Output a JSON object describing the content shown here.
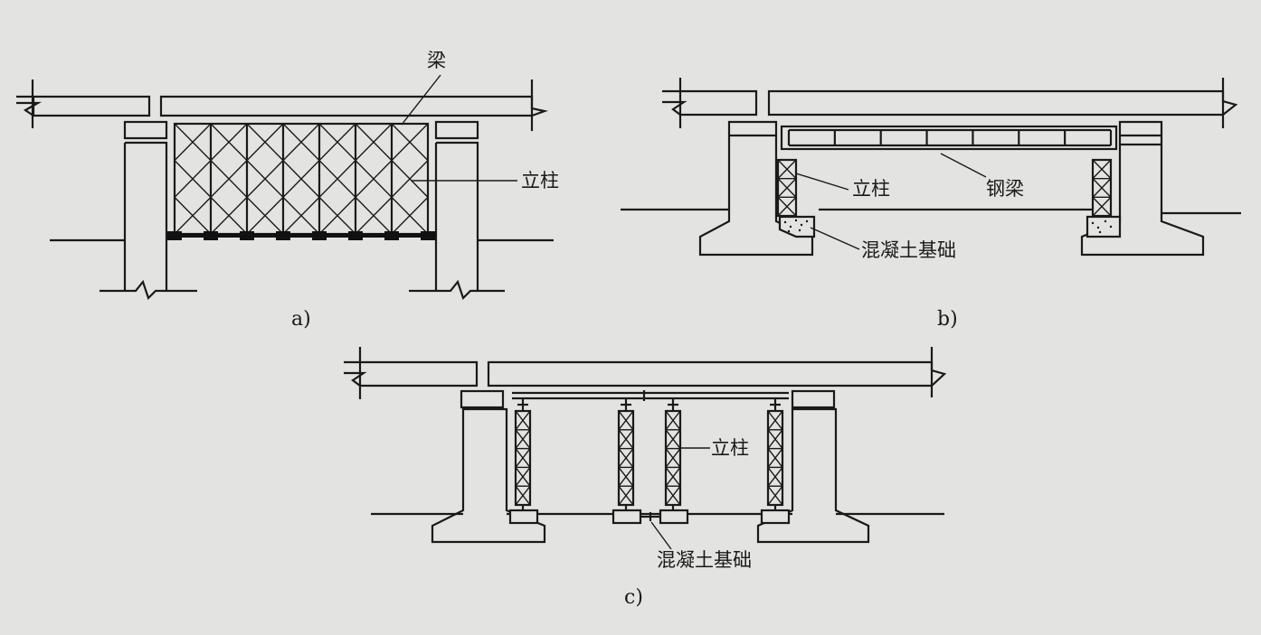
{
  "panels": [
    {
      "id": "a",
      "caption": "a)",
      "labels": {
        "beam": "梁",
        "column": "立柱"
      }
    },
    {
      "id": "b",
      "caption": "b)",
      "labels": {
        "column": "立柱",
        "steel_beam": "钢梁",
        "foundation": "混凝土基础"
      }
    },
    {
      "id": "c",
      "caption": "c)",
      "labels": {
        "column": "立柱",
        "foundation": "混凝土基础"
      }
    }
  ]
}
